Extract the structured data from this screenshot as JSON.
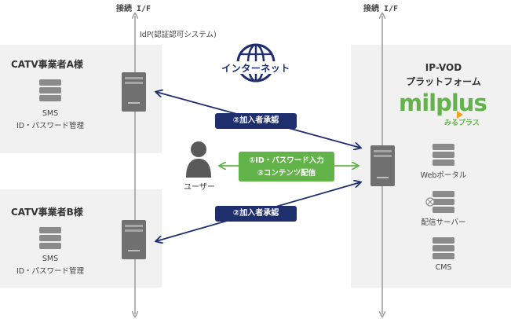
{
  "interface_label_left": "接続 I/F",
  "interface_label_right": "接続 I/F",
  "idp_label": "IdP(認証認可システム)",
  "internet_label": "インターネット",
  "operator_a": {
    "title": "CATV事業者A様",
    "sms": "SMS",
    "id_mgmt": "ID・パスワード管理"
  },
  "operator_b": {
    "title": "CATV事業者B様",
    "sms": "SMS",
    "id_mgmt": "ID・パスワード管理"
  },
  "platform": {
    "title_line1": "IP-VOD",
    "title_line2": "プラットフォーム",
    "logo_text": "milplus",
    "logo_sub": "みるプラス",
    "items": [
      "Webポータル",
      "配信サーバー",
      "CMS"
    ]
  },
  "user_label": "ユーザー",
  "flows": {
    "approval_a": "②加入者承認",
    "approval_b": "②加入者承認",
    "user_line1": "①ID・パスワード入力",
    "user_line2": "③コンテンツ配信"
  },
  "colors": {
    "navy": "#1f2f6e",
    "green": "#62b34a",
    "gray": "#9c9c9c"
  }
}
